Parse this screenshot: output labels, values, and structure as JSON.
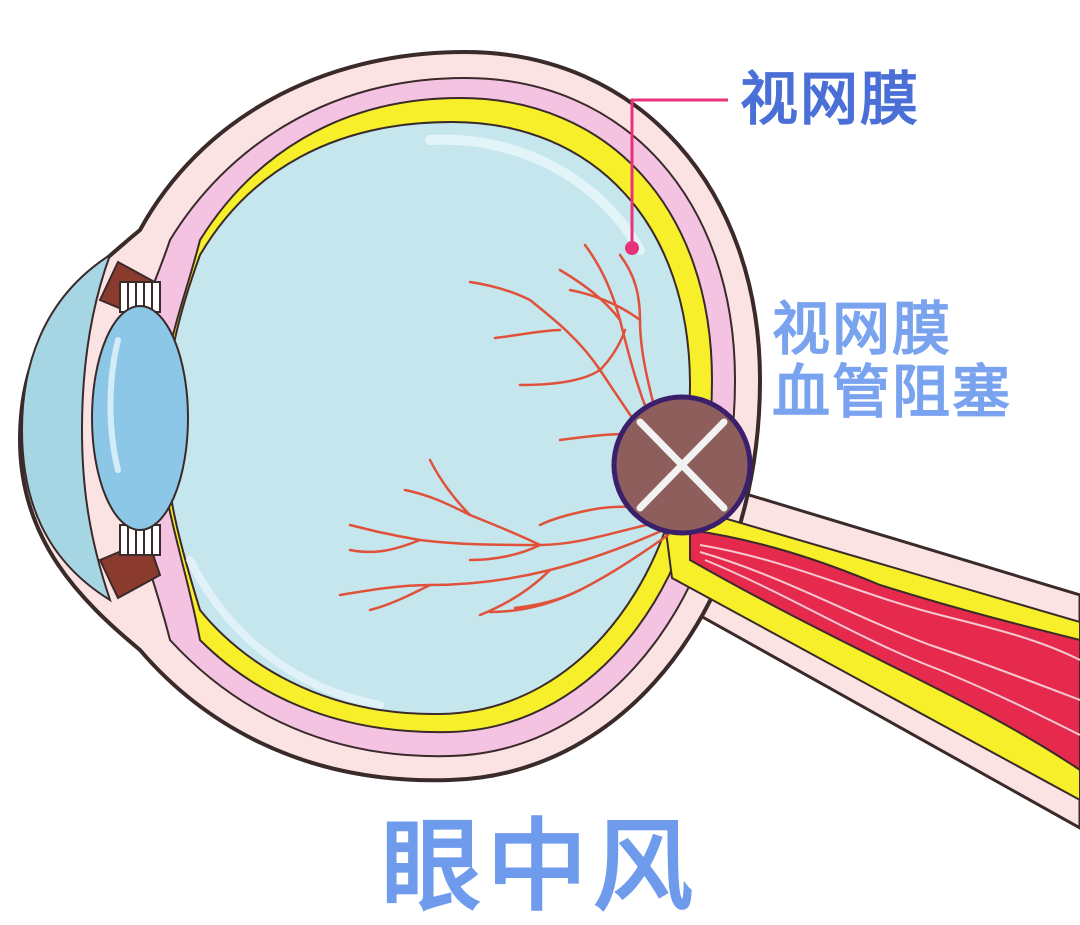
{
  "labels": {
    "retina": "视网膜",
    "occlusion_line1": "视网膜",
    "occlusion_line2": "血管阻塞"
  },
  "title": "眼中风",
  "colors": {
    "label_text": "#4a6fd6",
    "title_text": "#6f9bec",
    "occlusion_text": "#7aa3ef",
    "leader_line": "#e8337a",
    "outer_layer": "#fbe3e4",
    "choroid": "#f4c3e2",
    "retina": "#f6ef2a",
    "vitreous": "#c6e6ee",
    "cornea": "#a6d6e4",
    "lens": "#8dc7e8",
    "optic_nerve": "#e52a4d",
    "vessel": "#e0513a",
    "occlusion_fill": "#8e5e5c",
    "occlusion_ring": "#3a1f6b"
  },
  "icons": {
    "occlusion_marker": "x-in-circle-icon"
  }
}
